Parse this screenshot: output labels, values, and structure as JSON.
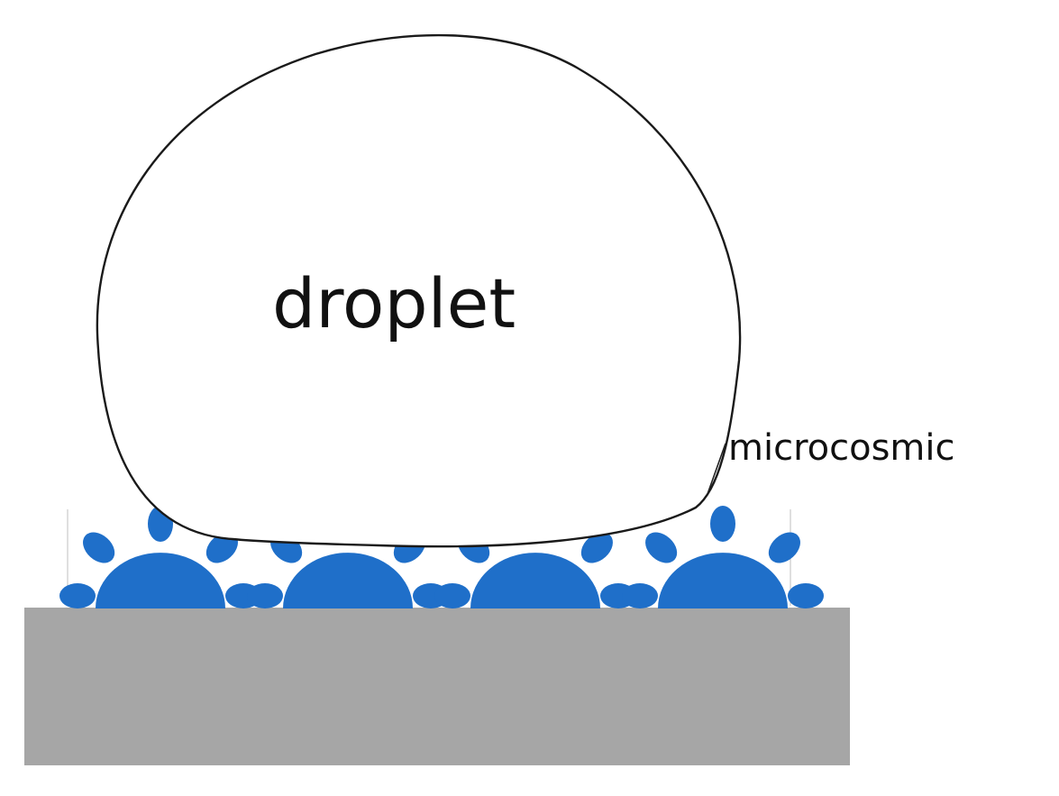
{
  "labels": {
    "droplet": "droplet",
    "microstructure": "microcosmic"
  },
  "colors": {
    "droplet_fill": "#ffffff",
    "droplet_outline": "#1a1a1a",
    "substrate": "#a6a6a6",
    "microstructure": "#1f6fc9"
  },
  "microstructure_count": 4
}
